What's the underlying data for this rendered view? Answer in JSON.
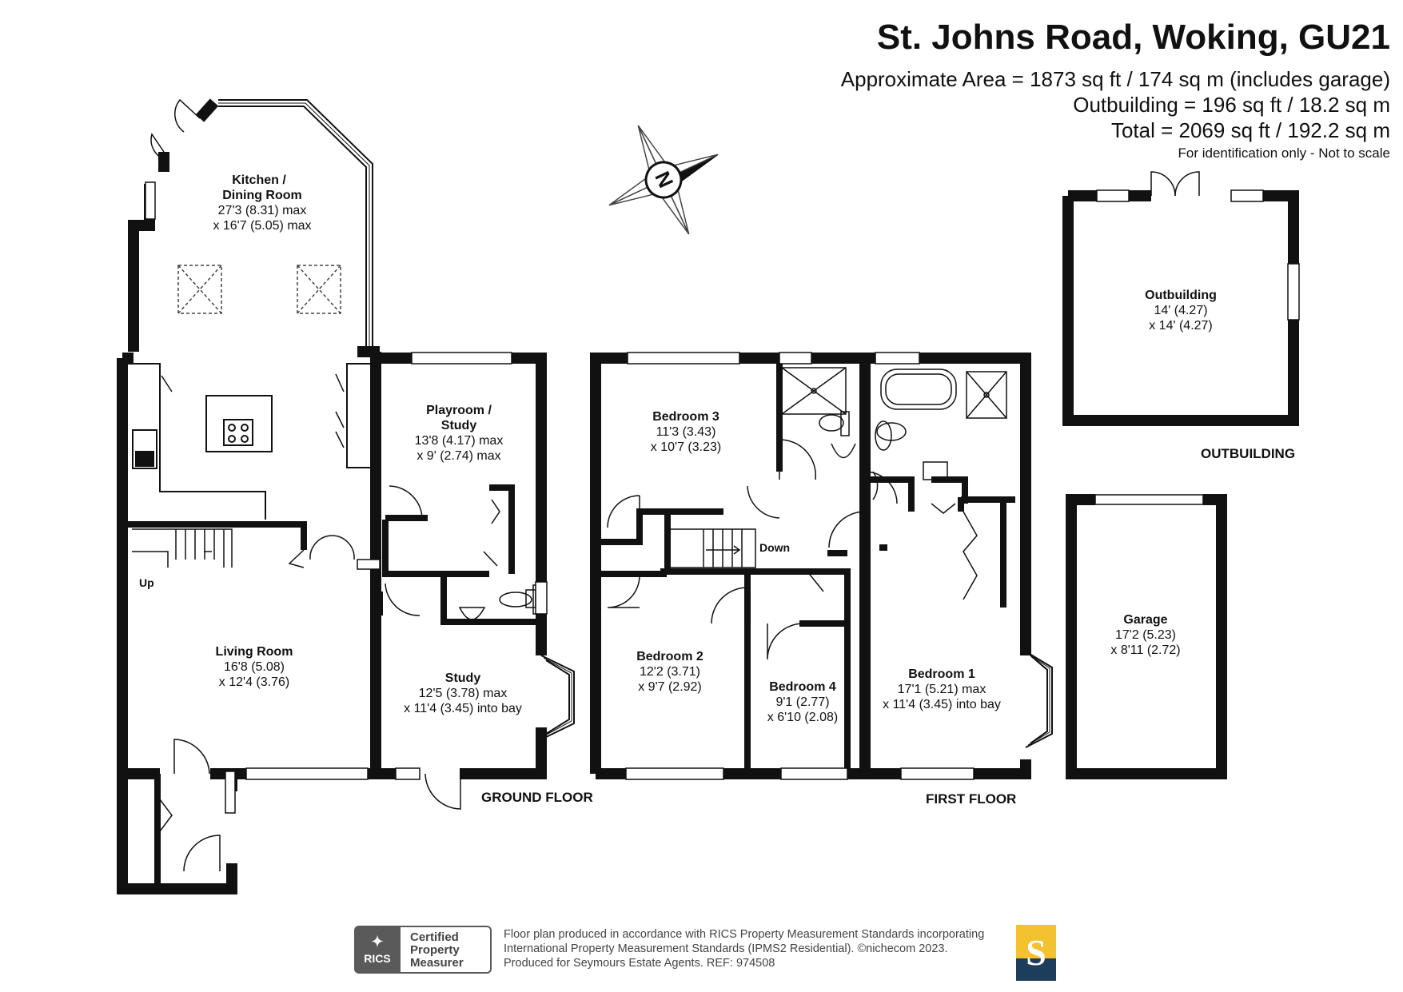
{
  "header": {
    "title": "St. Johns Road, Woking, GU21",
    "area_line": "Approximate Area = 1873 sq ft / 174 sq m (includes garage)",
    "outbuilding_line": "Outbuilding = 196 sq ft / 18.2 sq m",
    "total_line": "Total = 2069 sq ft / 192.2 sq m",
    "disclaimer": "For identification only - Not to scale"
  },
  "compass": {
    "label": "N"
  },
  "rooms": {
    "kitchen": {
      "name1": "Kitchen /",
      "name2": "Dining Room",
      "dim1": "27'3 (8.31) max",
      "dim2": "x 16'7 (5.05) max"
    },
    "playroom": {
      "name1": "Playroom /",
      "name2": "Study",
      "dim1": "13'8 (4.17) max",
      "dim2": "x 9' (2.74) max"
    },
    "living": {
      "name": "Living Room",
      "dim1": "16'8 (5.08)",
      "dim2": "x 12'4 (3.76)"
    },
    "study": {
      "name": "Study",
      "dim1": "12'5 (3.78) max",
      "dim2": "x 11'4 (3.45) into bay"
    },
    "bedroom3": {
      "name": "Bedroom 3",
      "dim1": "11'3 (3.43)",
      "dim2": "x 10'7 (3.23)"
    },
    "bedroom2": {
      "name": "Bedroom 2",
      "dim1": "12'2 (3.71)",
      "dim2": "x 9'7 (2.92)"
    },
    "bedroom4": {
      "name": "Bedroom 4",
      "dim1": "9'1 (2.77)",
      "dim2": "x 6'10 (2.08)"
    },
    "bedroom1": {
      "name": "Bedroom 1",
      "dim1": "17'1 (5.21) max",
      "dim2": "x 11'4 (3.45) into bay"
    },
    "outbuilding": {
      "name": "Outbuilding",
      "dim1": "14' (4.27)",
      "dim2": "x 14' (4.27)"
    },
    "garage": {
      "name": "Garage",
      "dim1": "17'2 (5.23)",
      "dim2": "x 8'11 (2.72)"
    }
  },
  "labels": {
    "up": "Up",
    "down": "Down",
    "ground_floor": "GROUND FLOOR",
    "first_floor": "FIRST FLOOR",
    "outbuilding_caption": "OUTBUILDING"
  },
  "footer": {
    "rics_logo_text": "RICS",
    "badge_line1": "Certified",
    "badge_line2": "Property",
    "badge_line3": "Measurer",
    "line1": "Floor plan produced in accordance with RICS Property Measurement Standards incorporating",
    "line2": "International Property Measurement Standards (IPMS2 Residential).  ©nichecom 2023.",
    "line3": "Produced for Seymours Estate Agents.   REF: 974508",
    "agent_logo_letter": "S"
  },
  "colors": {
    "wall": "#111111",
    "agent_gold": "#f2c230",
    "agent_navy": "#1d3d5c",
    "rics_grey": "#5a5a5a"
  }
}
